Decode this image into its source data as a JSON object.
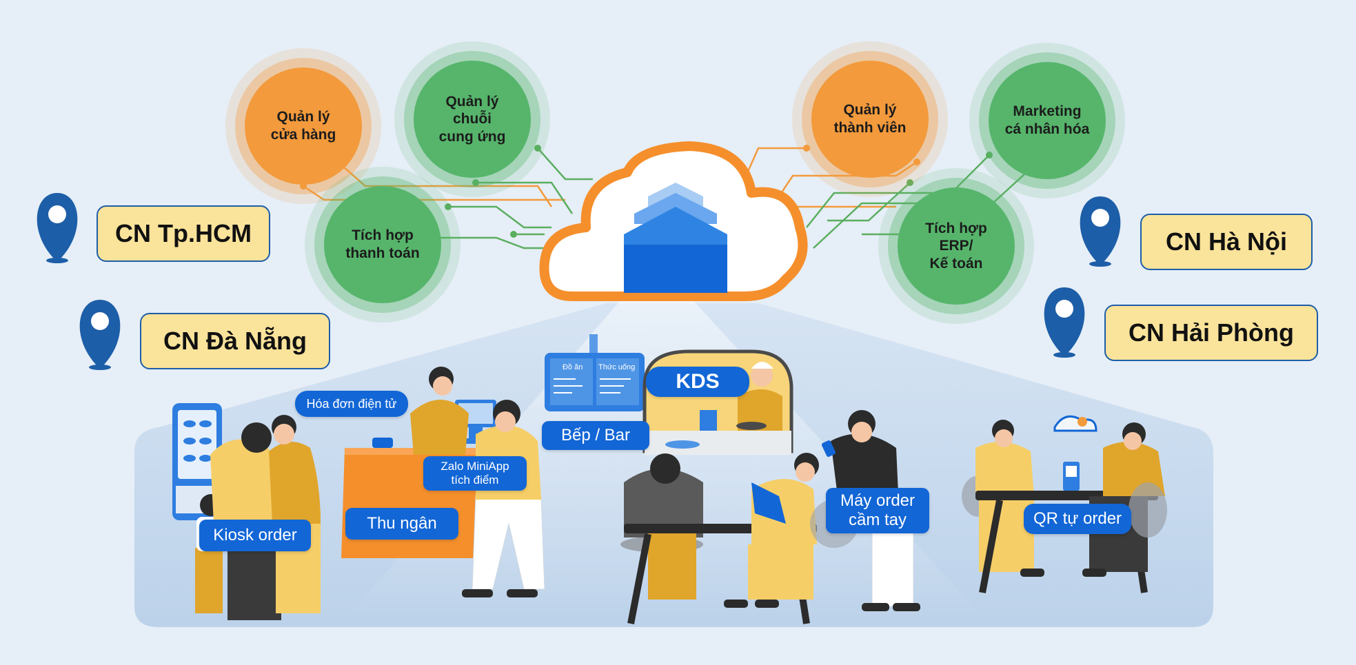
{
  "features": {
    "store_mgmt": "Quản lý\ncửa hàng",
    "supply_chain": "Quản lý\nchuỗi\ncung ứng",
    "payment": "Tích hợp\nthanh toán",
    "members": "Quản lý\nthành viên",
    "marketing": "Marketing\ncá nhân hóa",
    "erp": "Tích hợp\nERP/\nKế toán"
  },
  "branches": {
    "hcm": "CN Tp.HCM",
    "danang": "CN Đà Nẵng",
    "hanoi": "CN Hà Nội",
    "haiphong": "CN Hải Phòng"
  },
  "stations": {
    "einvoice": "Hóa đơn điện tử",
    "kitchen_bar": "Bếp / Bar",
    "kds": "KDS",
    "kds_screen_food": "Đồ ăn",
    "kds_screen_drink": "Thức uống",
    "zalo": "Zalo MiniApp\ntích điểm",
    "kiosk": "Kiosk order",
    "cashier": "Thu ngân",
    "handheld": "Máy order\ncầm tay",
    "qr": "QR tự order"
  },
  "colors": {
    "orange": "#f39a3c",
    "green": "#56b56b",
    "blue": "#1266d6",
    "branch_bg": "#fae39a",
    "pin": "#1d5ea8",
    "mustard": "#e0a52b"
  },
  "icons": [
    "location-pin-icon",
    "cloud-store-icon"
  ]
}
